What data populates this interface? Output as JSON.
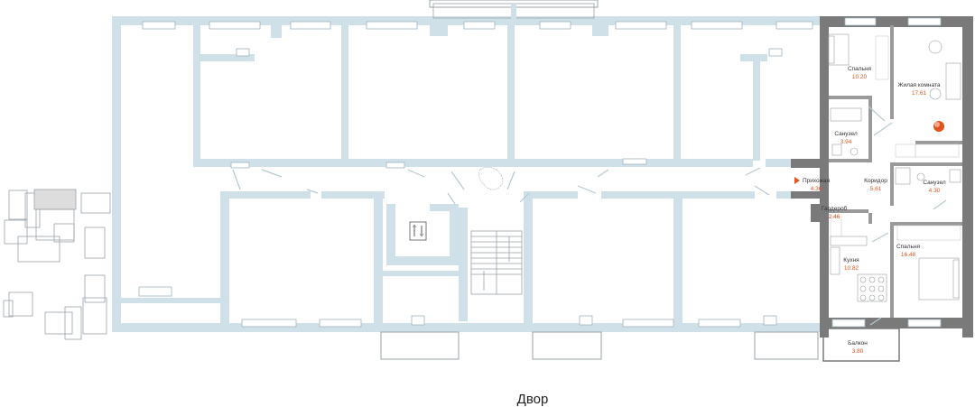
{
  "rooms": [
    {
      "id": "bedroom1",
      "name": "Спальня",
      "area": "10.20"
    },
    {
      "id": "living",
      "name": "Жилая комната",
      "area": "17.61"
    },
    {
      "id": "bath1",
      "name": "Санузел",
      "area": "3.94"
    },
    {
      "id": "hall",
      "name": "Прихожая",
      "area": "4.36"
    },
    {
      "id": "corridor",
      "name": "Коридор",
      "area": "5.61"
    },
    {
      "id": "bath2",
      "name": "Санузел",
      "area": "4.30"
    },
    {
      "id": "wardrobe",
      "name": "Гардероб",
      "area": "2.46"
    },
    {
      "id": "kitchen",
      "name": "Кухня",
      "area": "10.82"
    },
    {
      "id": "bedroom2",
      "name": "Спальня",
      "area": "16.48"
    },
    {
      "id": "balcony",
      "name": "Балкон",
      "area": "3.80"
    }
  ],
  "yard_label": "Двор",
  "colors": {
    "wall_light": "#cfe0e8",
    "wall_dark": "#7a7a7a",
    "area_accent": "#e2541e",
    "entry_marker": "#e2541e"
  }
}
